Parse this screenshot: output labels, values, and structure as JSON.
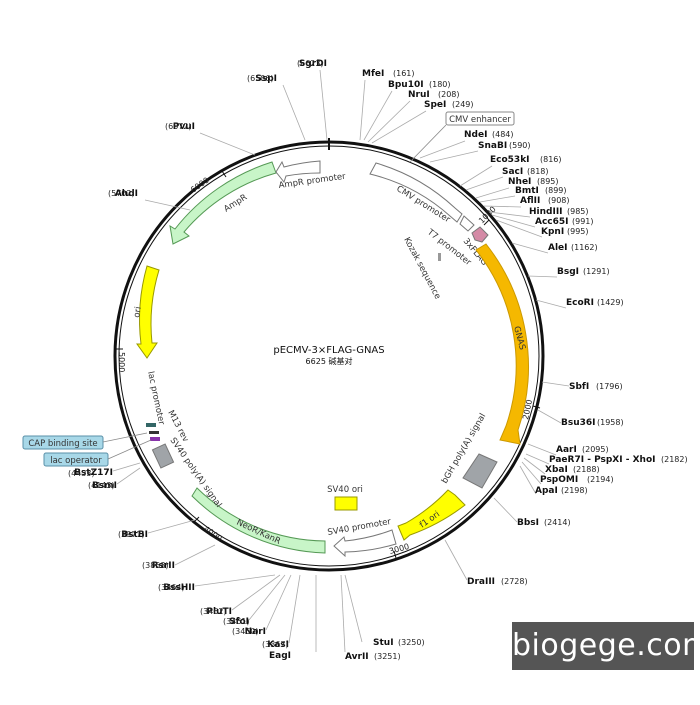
{
  "plasmid": {
    "name": "pECMV-3×FLAG-GNAS",
    "subtitle": "6625 碱基对",
    "length": 6625
  },
  "watermark": "biogege.com",
  "ticks": [
    {
      "pos": 1000,
      "label": "1000"
    },
    {
      "pos": 2000,
      "label": "2000"
    },
    {
      "pos": 3000,
      "label": "3000"
    },
    {
      "pos": 4000,
      "label": "4000"
    },
    {
      "pos": 5000,
      "label": "5000"
    },
    {
      "pos": 6000,
      "label": "6000"
    }
  ],
  "sites": [
    {
      "name": "SgrDI",
      "pos": "6623"
    },
    {
      "name": "SspI",
      "pos": "6506"
    },
    {
      "name": "PvuI",
      "pos": "6072"
    },
    {
      "name": "AhdI",
      "pos": "5702"
    },
    {
      "name": "MfeI",
      "pos": "161"
    },
    {
      "name": "Bpu10I",
      "pos": "180"
    },
    {
      "name": "NruI",
      "pos": "208"
    },
    {
      "name": "SpeI",
      "pos": "249"
    },
    {
      "name": "NdeI",
      "pos": "484"
    },
    {
      "name": "SnaBI",
      "pos": "590"
    },
    {
      "name": "Eco53kI",
      "pos": "816"
    },
    {
      "name": "SacI",
      "pos": "818"
    },
    {
      "name": "NheI",
      "pos": "895"
    },
    {
      "name": "BmtI",
      "pos": "899"
    },
    {
      "name": "AflII",
      "pos": "908"
    },
    {
      "name": "HindIII",
      "pos": "985"
    },
    {
      "name": "Acc65I",
      "pos": "991"
    },
    {
      "name": "KpnI",
      "pos": "995"
    },
    {
      "name": "AleI",
      "pos": "1162"
    },
    {
      "name": "BsgI",
      "pos": "1291"
    },
    {
      "name": "EcoRI",
      "pos": "1429"
    },
    {
      "name": "SbfI",
      "pos": "1796"
    },
    {
      "name": "Bsu36I",
      "pos": "1958"
    },
    {
      "name": "AarI",
      "pos": "2095"
    },
    {
      "name": "PaeR7I - PspXI - XhoI",
      "pos": "2182"
    },
    {
      "name": "XbaI",
      "pos": "2188"
    },
    {
      "name": "PspOMI",
      "pos": "2194"
    },
    {
      "name": "ApaI",
      "pos": "2198"
    },
    {
      "name": "BbsI",
      "pos": "2414"
    },
    {
      "name": "DraIII",
      "pos": "2728"
    },
    {
      "name": "StuI",
      "pos": "3250"
    },
    {
      "name": "AvrII",
      "pos": "3251"
    },
    {
      "name": "EagI",
      "pos": "3367"
    },
    {
      "name": "KasI",
      "pos": "3367"
    },
    {
      "name": "NarI",
      "pos": "3460"
    },
    {
      "name": "SfoI",
      "pos": "3461"
    },
    {
      "name": "PluTI",
      "pos": "3462"
    },
    {
      "name": "BssHII",
      "pos": "3464"
    },
    {
      "name": "RsrII",
      "pos": "3858"
    },
    {
      "name": "BstBI",
      "pos": "3977"
    },
    {
      "name": "BsmI",
      "pos": "4143"
    },
    {
      "name": "BstZ17I",
      "pos": "4381"
    },
    {
      "name": "",
      "pos": "4433"
    }
  ],
  "features": [
    {
      "label": "CMV enhancer",
      "type": "box"
    },
    {
      "label": "CMV promoter",
      "color": "#ffffff"
    },
    {
      "label": "T7 promoter",
      "color": "#ffffff"
    },
    {
      "label": "3xFLAG",
      "color": "#d48aa6"
    },
    {
      "label": "Kozak sequence",
      "color": "#999999"
    },
    {
      "label": "GNAS",
      "color": "#f5b800"
    },
    {
      "label": "bGH poly(A) signal",
      "color": "#a0a4a8"
    },
    {
      "label": "f1 ori",
      "color": "#ffff00"
    },
    {
      "label": "SV40 promoter",
      "color": "#ffffff"
    },
    {
      "label": "SV40 ori",
      "color": "#ffff00"
    },
    {
      "label": "NeoR/KanR",
      "color": "#c8f5c8"
    },
    {
      "label": "SV40 poly(A) signal",
      "color": "#a0a4a8"
    },
    {
      "label": "M13 rev",
      "color": "#333333"
    },
    {
      "label": "lac promoter",
      "color": "#336666"
    },
    {
      "label": "ori",
      "color": "#ffff00"
    },
    {
      "label": "AmpR",
      "color": "#c8f5c8"
    },
    {
      "label": "AmpR promoter",
      "color": "#ffffff"
    },
    {
      "label": "lac operator",
      "type": "box"
    },
    {
      "label": "CAP binding site",
      "type": "box"
    }
  ]
}
